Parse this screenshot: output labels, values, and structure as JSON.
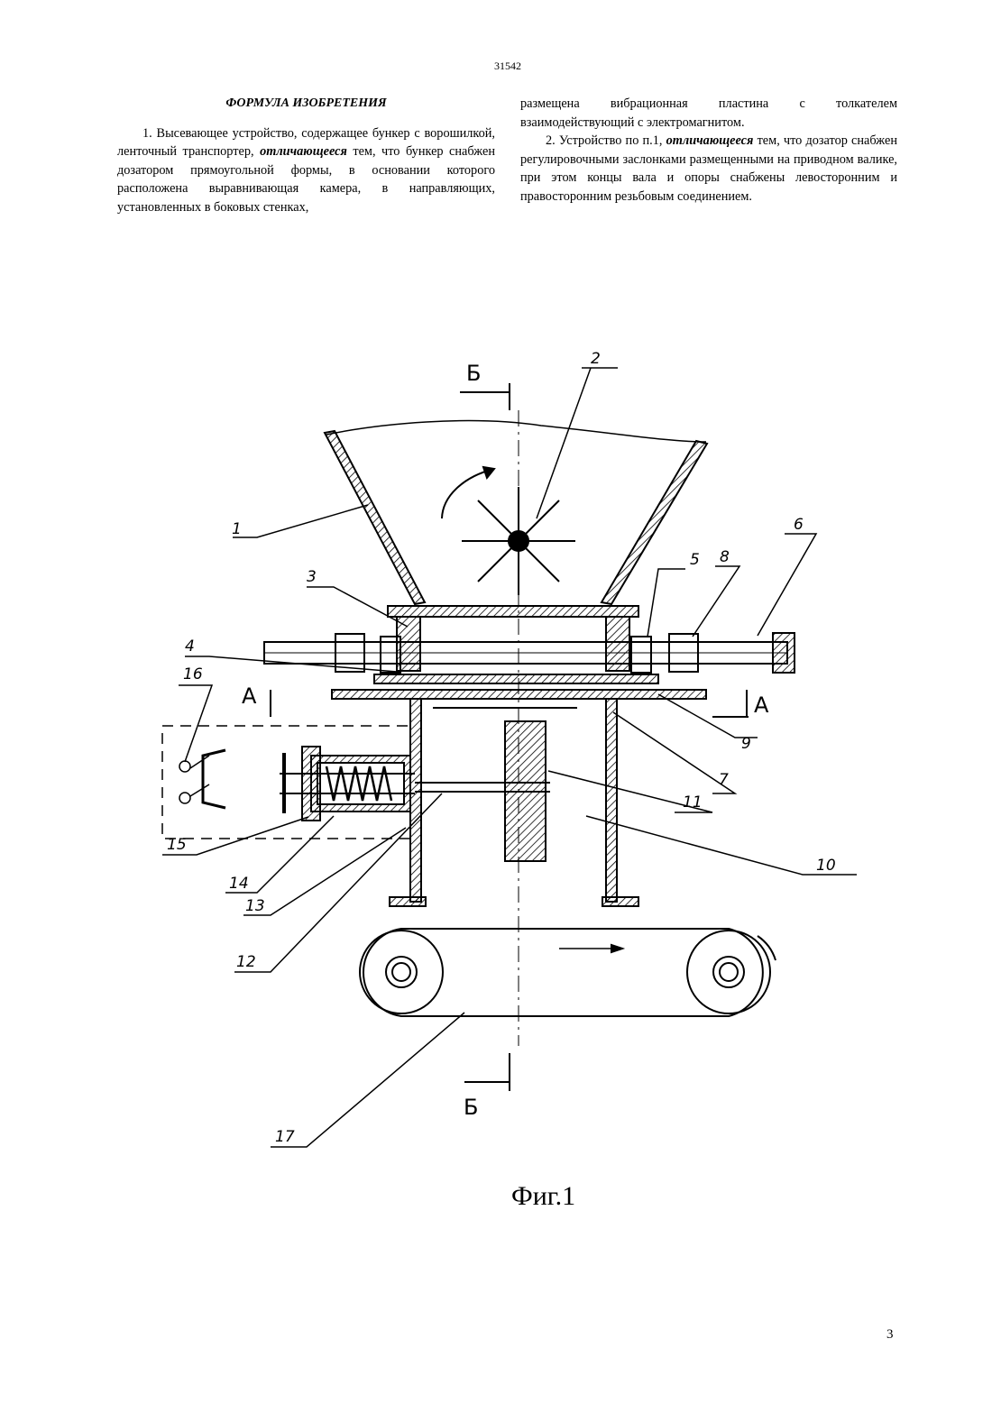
{
  "header": {
    "patent_number": "31542"
  },
  "claims": {
    "heading": "ФОРМУЛА ИЗОБРЕТЕНИЯ",
    "claim1_a": "1. Высевающее устройство, содержащее бункер с ворошилкой, ленточный транспортер,",
    "claim1_kw": "отличающееся",
    "claim1_b": "тем, что бункер снабжен дозатором прямоугольной формы, в основании которого расположена выравнивающая камера, в направляющих, установленных в боковых стенках,",
    "claim1_c": "размещена вибрационная пластина с толкателем взаимодействующий с электромагнитом.",
    "claim2_a": "2. Устройство по п.1,",
    "claim2_kw": "отличающееся",
    "claim2_b": "тем, что дозатор снабжен регулировочными заслонками размещенными на приводном валике, при этом концы вала и опоры снабжены левосторонним и правосторонним резьбовым соединением."
  },
  "figure": {
    "caption": "Фиг.1",
    "section_labels": {
      "b_top": "Б",
      "b_bottom": "Б",
      "a_left": "А",
      "a_right": "А"
    },
    "callouts": [
      "1",
      "2",
      "3",
      "4",
      "5",
      "6",
      "7",
      "8",
      "9",
      "10",
      "11",
      "12",
      "13",
      "14",
      "15",
      "16",
      "17"
    ]
  },
  "footer": {
    "page_number": "3"
  }
}
